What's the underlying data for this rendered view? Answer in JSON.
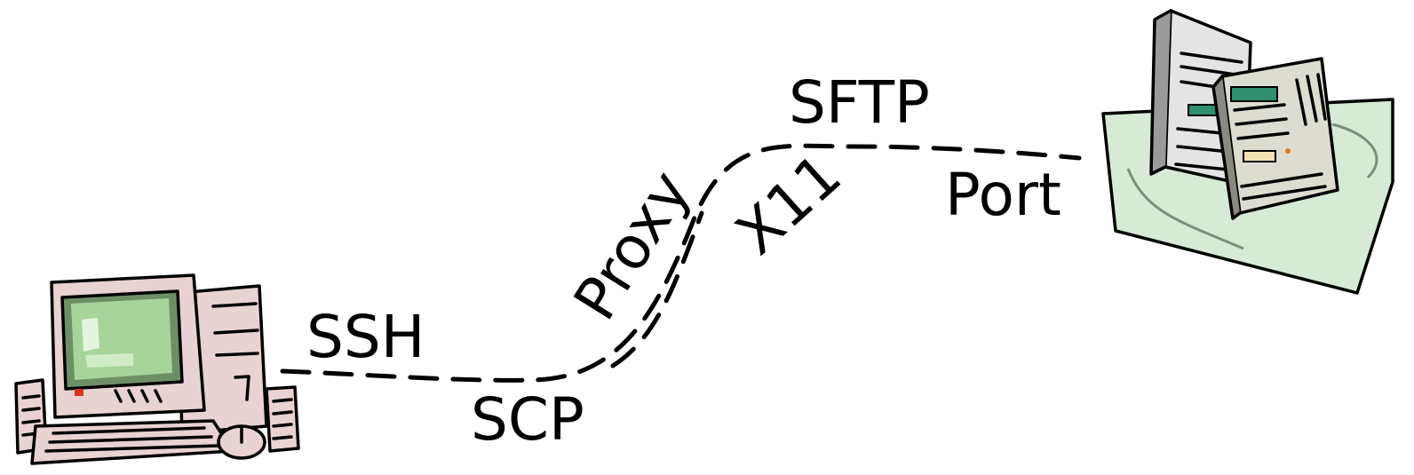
{
  "labels": {
    "ssh": "SSH",
    "scp": "SCP",
    "proxy": "Proxy",
    "x11": "X11",
    "sftp": "SFTP",
    "port": "Port"
  },
  "icons": {
    "client": "desktop-computer-icon",
    "server": "server-towers-icon"
  },
  "colors": {
    "screen": "#a6d49a",
    "computer_body": "#e8d2d2",
    "server_mat": "#d6ead6",
    "server_body": "#dcdcd0"
  }
}
